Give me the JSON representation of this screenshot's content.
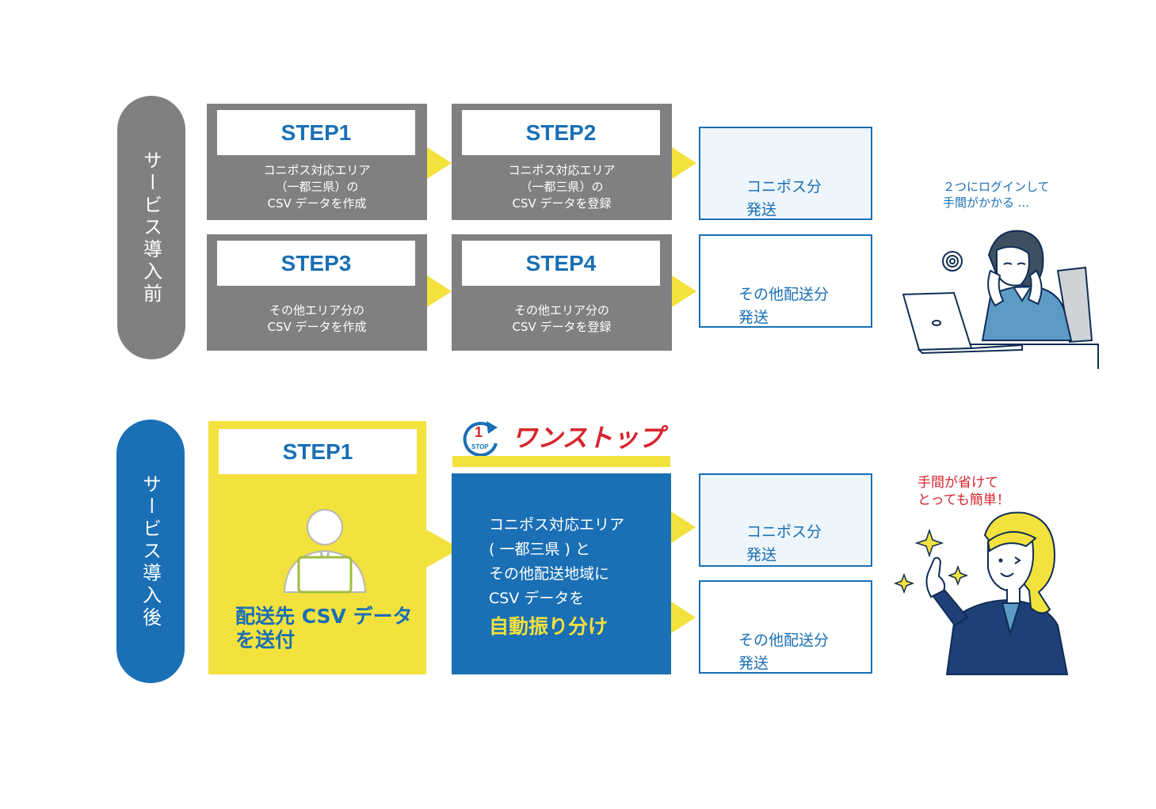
{
  "before": {
    "side_label": "サービス導入前",
    "steps": [
      {
        "title": "STEP1",
        "desc": "コニポス対応エリア\n（一都三県）の\nCSV データを作成"
      },
      {
        "title": "STEP2",
        "desc": "コニポス対応エリア\n（一都三県）の\nCSV データを登録"
      },
      {
        "title": "STEP3",
        "desc": "その他エリア分の\nCSV データを作成"
      },
      {
        "title": "STEP4",
        "desc": "その他エリア分の\nCSV データを登録"
      }
    ],
    "outputs": [
      "コニポス分\n発送",
      "その他配送分\n発送"
    ],
    "note": "２つにログインして\n手間がかかる ..."
  },
  "after": {
    "side_label": "サービス導入後",
    "step1_title": "STEP1",
    "step1_desc": "配送先 CSV データ\nを送付",
    "onestop_badge_num": "1",
    "onestop_badge_word": "STOP",
    "onestop_title": "ワンストップ",
    "center_desc": "コニポス対応エリア\n( 一都三県 ) と\nその他配送地域に\nCSV データを",
    "center_highlight": "自動振り分け",
    "outputs": [
      "コニポス分\n発送",
      "その他配送分\n発送"
    ],
    "note": "手間が省けて\nとっても簡単！"
  },
  "colors": {
    "blue": "#1a6fb5",
    "gray": "#808080",
    "yellow": "#f3e23d",
    "red": "#d7262e"
  }
}
